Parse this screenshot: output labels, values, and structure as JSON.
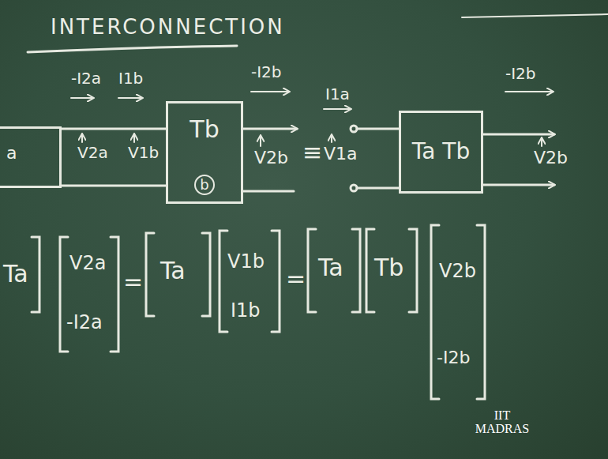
{
  "diagram": {
    "title": "INTERCONNECTION",
    "nodes": [
      {
        "text": [
          "a"
        ]
      },
      {
        "text": [
          "Tb",
          "b"
        ]
      },
      {
        "text": [
          "Ta Tb"
        ]
      }
    ],
    "edges": [
      {
        "from": 0,
        "to": 1,
        "arrow": "none"
      }
    ],
    "labels": [
      "-I2a",
      "I1b",
      "-I2b",
      "V2a",
      "V1b",
      "V2b",
      "≡",
      "I1a",
      "V1a",
      "-I2b",
      "V2b",
      "Ta",
      "V2a",
      "-I2a",
      "=",
      "Ta",
      "V1b",
      "I1b",
      "=",
      "Ta",
      "Tb",
      "V2b",
      "-I2b",
      "IIT MADRAS"
    ]
  }
}
